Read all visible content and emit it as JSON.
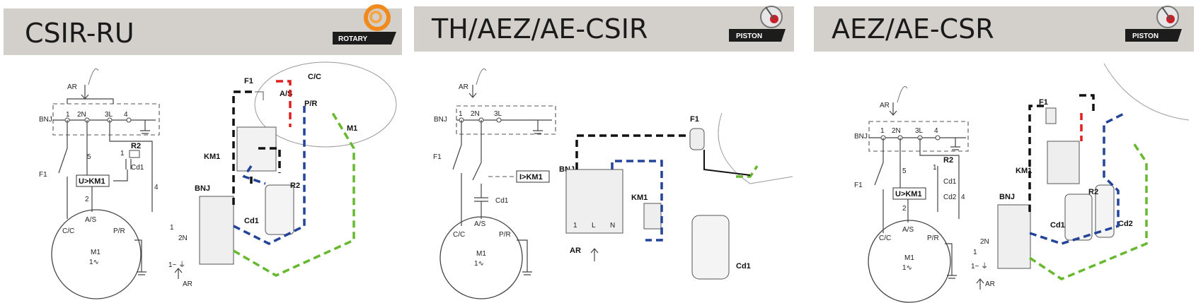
{
  "colors": {
    "header_bg": "#d3d0cc",
    "badge_bg": "#1c1c1c",
    "rotary_icon": "#f08a1c",
    "piston_icon": "#c8202a",
    "wire_black": "#111111",
    "wire_red": "#e01f1f",
    "wire_blue": "#24449a",
    "wire_green": "#66b82e"
  },
  "panels": [
    {
      "title": "CSIR-RU",
      "badge": "ROTARY",
      "icon": "rotary-icon",
      "labels": {
        "ar": "AR",
        "bnj": "BNJ",
        "t1": "1",
        "t2n": "2N",
        "t3l": "3L",
        "t4": "4",
        "f1": "F1",
        "n5": "5",
        "n1": "1",
        "r2": "R2",
        "cd1": "Cd1",
        "ukm1": "U>KM1",
        "n2": "2",
        "n4": "4",
        "as": "A/S",
        "cc": "C/C",
        "pr": "P/R",
        "m1": "M1",
        "phase": "1∿",
        "w_f1": "F1",
        "w_cc": "C/C",
        "w_as": "A/S",
        "w_pr": "P/R",
        "w_m1": "M1",
        "w_km1": "KM1",
        "w_r2": "R2",
        "w_cd1": "Cd1",
        "w_bnj": "BNJ",
        "w_1": "1",
        "w_2n": "2N",
        "w_1tilde": "1~ ⏚",
        "w_ar": "AR"
      }
    },
    {
      "title": "TH/AEZ/AE-CSIR",
      "badge": "PISTON",
      "icon": "piston-icon",
      "labels": {
        "ar": "AR",
        "bnj": "BNJ",
        "t1": "1",
        "t2n": "2N",
        "t3l": "3L",
        "f1": "F1",
        "ikm1": "I>KM1",
        "cd1": "Cd1",
        "as": "A/S",
        "cc": "C/C",
        "pr": "P/R",
        "m1": "M1",
        "phase": "1∿",
        "w_f1": "F1",
        "w_bnj": "BNJ",
        "w_km1": "KM1",
        "w_ar": "AR",
        "w_cd1": "Cd1",
        "strip_1": "1",
        "strip_l": "L",
        "strip_n": "N"
      }
    },
    {
      "title": "AEZ/AE-CSR",
      "badge": "PISTON",
      "icon": "piston-icon",
      "labels": {
        "ar": "AR",
        "bnj": "BNJ",
        "t1": "1",
        "t2n": "2N",
        "t3l": "3L",
        "t4": "4",
        "f1": "F1",
        "n5": "5",
        "n1": "1",
        "r2": "R2",
        "cd1": "Cd1",
        "ukm1": "U>KM1",
        "cd2": "Cd2",
        "n2": "2",
        "n4": "4",
        "as": "A/S",
        "cc": "C/C",
        "pr": "P/R",
        "m1": "M1",
        "phase": "1∿",
        "w_f1": "F1",
        "w_km1": "KM1",
        "w_r2": "R2",
        "w_cd1": "Cd1",
        "w_cd2": "Cd2",
        "w_bnj": "BNJ",
        "w_2n": "2N",
        "w_1": "1",
        "w_1tilde": "1~ ⏚",
        "w_ar": "AR"
      }
    }
  ]
}
